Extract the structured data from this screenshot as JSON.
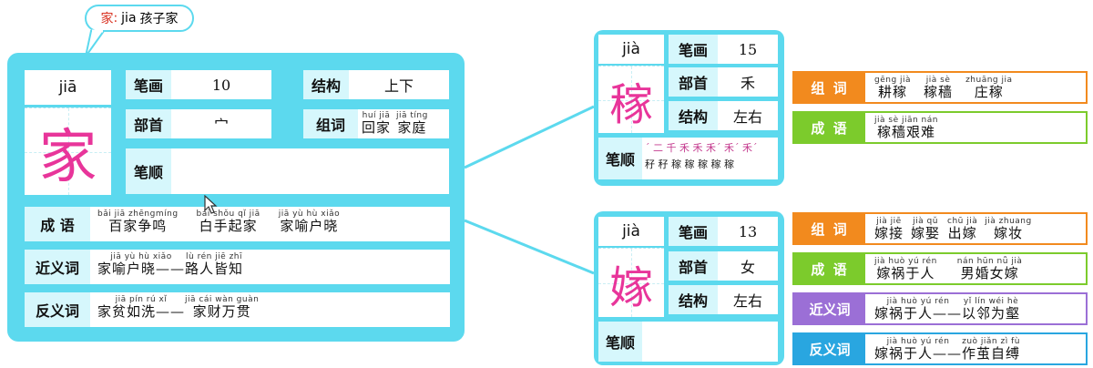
{
  "callout": {
    "char": "家",
    "sep": ":",
    "pinyin": "jia",
    "text": "孩子家"
  },
  "jia": {
    "pinyin": "jiā",
    "char": "家",
    "labels": {
      "strokes": "笔画",
      "structure": "结构",
      "radical": "部首",
      "words": "组词",
      "order": "笔顺",
      "idiom": "成 语",
      "synonym": "近义词",
      "antonym": "反义词"
    },
    "strokes": "10",
    "structure": "上下",
    "radical": "宀",
    "words": [
      {
        "py": "huí jiā",
        "hz": "回家"
      },
      {
        "py": "jiā tíng",
        "hz": "家庭"
      }
    ],
    "idioms": [
      {
        "py": "bǎi jiā zhēngmíng",
        "hz": "百家争鸣"
      },
      {
        "py": "bái shǒu qǐ jiā",
        "hz": "白手起家"
      },
      {
        "py": "jiā yù hù xiǎo",
        "hz": "家喻户晓"
      }
    ],
    "synonym": [
      {
        "py": "jiā yù hù xiǎo",
        "hz": "家喻户晓——"
      },
      {
        "py": "lù rén jiē zhī",
        "hz": "路人皆知"
      }
    ],
    "antonym": [
      {
        "py": "jiā pín rú xǐ",
        "hz": "家贫如洗——"
      },
      {
        "py": "jiā cái wàn guàn",
        "hz": "家财万贯"
      }
    ]
  },
  "jia_crop": {
    "pinyin": "jià",
    "char": "稼",
    "labels": {
      "strokes": "笔画",
      "radical": "部首",
      "structure": "结构",
      "order": "笔顺"
    },
    "strokes": "15",
    "radical": "禾",
    "structure": "左右",
    "order_row1": "ˊ ⼆ 千 禾 禾 禾ˊ 禾ˊ 禾ˊ",
    "order_row2": "秄 秄 稼 稼 稼 稼 稼",
    "tags": {
      "words": "组 词",
      "idiom": "成 语"
    },
    "words": [
      {
        "py": "gēng jià",
        "hz": "耕稼"
      },
      {
        "py": "jià sè",
        "hz": "稼穑"
      },
      {
        "py": "zhuāng jia",
        "hz": "庄稼"
      }
    ],
    "idiom": [
      {
        "py": "jià sè jiān nán",
        "hz": "稼穑艰难"
      }
    ]
  },
  "jia_marry": {
    "pinyin": "jià",
    "char": "嫁",
    "labels": {
      "strokes": "笔画",
      "radical": "部首",
      "structure": "结构",
      "order": "笔顺"
    },
    "strokes": "13",
    "radical": "女",
    "structure": "左右",
    "tags": {
      "words": "组 词",
      "idiom": "成 语",
      "synonym": "近义词",
      "antonym": "反义词"
    },
    "words": [
      {
        "py": "jià jiē",
        "hz": "嫁接"
      },
      {
        "py": "jià qǔ",
        "hz": "嫁娶"
      },
      {
        "py": "chū jià",
        "hz": "出嫁"
      },
      {
        "py": "jià zhuang",
        "hz": "嫁妆"
      }
    ],
    "idiom": [
      {
        "py": "jià huò yú rén",
        "hz": "嫁祸于人"
      },
      {
        "py": "nán hūn nǚ jià",
        "hz": "男婚女嫁"
      }
    ],
    "synonym": [
      {
        "py": "jià huò yú rén",
        "hz": "嫁祸于人——"
      },
      {
        "py": "yǐ lín wéi hè",
        "hz": "以邻为壑"
      }
    ],
    "antonym": [
      {
        "py": "jià huò yú rén",
        "hz": "嫁祸于人——"
      },
      {
        "py": "zuò jiǎn zì fù",
        "hz": "作茧自缚"
      }
    ]
  },
  "colors": {
    "panel": "#5cd9ee",
    "label_bg": "#d6f7fc",
    "char": "#e8359a",
    "orange": "#f28a1e",
    "green": "#7ccb2c",
    "purple": "#9b6fd6",
    "blue": "#29a6e0"
  }
}
